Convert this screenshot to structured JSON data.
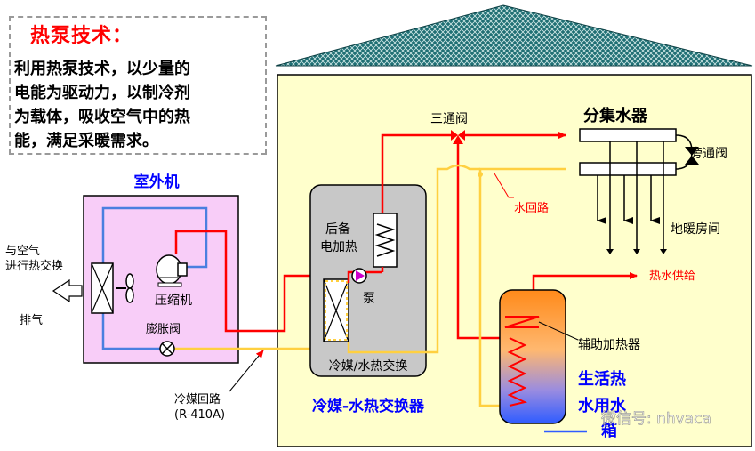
{
  "info": {
    "title": "热泵技术：",
    "body_lines": [
      "利用热泵技术，以少量的",
      "电能为驱动力，以制冷剂",
      "为载体，吸收空气中的热",
      "能，满足采暖需求。"
    ]
  },
  "labels": {
    "outdoor_unit": "室外机",
    "air_exchange_1": "与空气",
    "air_exchange_2": "进行热交换",
    "exhaust": "排气",
    "compressor": "压缩机",
    "expansion_valve": "膨胀阀",
    "refrigerant_loop_1": "冷媒回路",
    "refrigerant_loop_2": "(R-410A)",
    "backup_heater_1": "后备",
    "backup_heater_2": "电加热",
    "pump": "泵",
    "ref_water_exchange": "冷媒/水热交换",
    "exchanger_title": "冷媒-水热交换器",
    "three_way_valve": "三通阀",
    "manifold": "分集水器",
    "bypass_valve": "旁通阀",
    "water_circuit": "水回路",
    "floor_heating_room": "地暖房间",
    "hot_water_supply": "热水供给",
    "aux_heater": "辅助加热器",
    "tank_1": "生活热",
    "tank_2": "水用水",
    "tank_3": "箱",
    "watermark": "微信号: nhvaca"
  },
  "colors": {
    "refrigerant_hot": "#ff0000",
    "refrigerant_cold": "#4a7fe0",
    "water_supply": "#ff2020",
    "water_return": "#ffd040",
    "house_bg": "#ffffcc",
    "roof": "#1f6f74",
    "outdoor_unit_bg": "#f8cdf8",
    "exchanger_bg": "#c8c8c8",
    "blue_text": "#0000ff"
  }
}
